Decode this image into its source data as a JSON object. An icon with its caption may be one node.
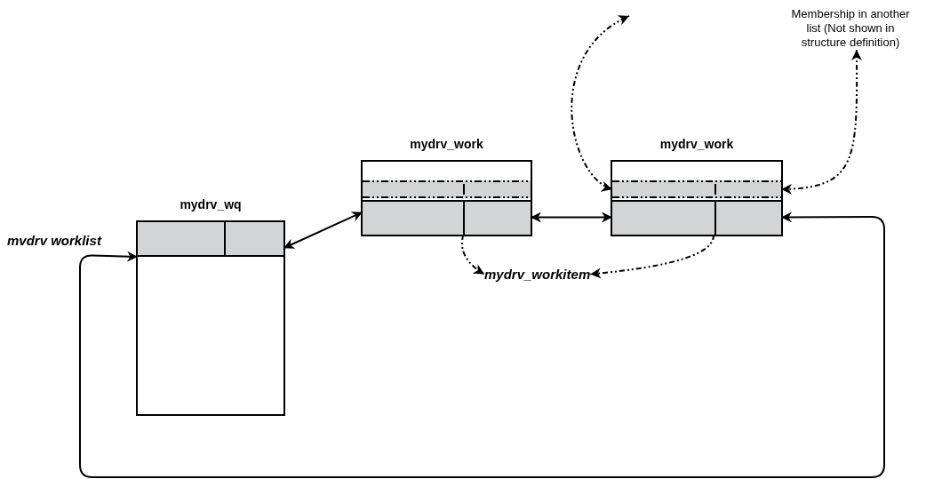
{
  "diagram": {
    "nodes": [
      {
        "text": [
          "mydrv_wq"
        ]
      },
      {
        "text": [],
        "shape": "box",
        "in": 0,
        "beside": [
          "mvdrv worklist"
        ]
      },
      {
        "text": [
          "mydrv_work"
        ]
      },
      {
        "text": [],
        "shape": "box",
        "in": 2
      },
      {
        "text": [],
        "shape": "box",
        "in": 2
      },
      {
        "text": [
          "mydrv_work"
        ]
      },
      {
        "text": [],
        "shape": "box",
        "in": 5
      },
      {
        "text": [],
        "shape": "box",
        "in": 5
      },
      {
        "text": [
          "mydrv_workitem"
        ]
      },
      {
        "text": [
          "Membership in another list (Not shown in structure definition)"
        ]
      }
    ],
    "edges": [
      {
        "from": 1,
        "to": 4,
        "arrow": "both"
      },
      {
        "from": 4,
        "to": 7,
        "arrow": "both"
      },
      {
        "from": 1,
        "to": 7,
        "arrow": "both"
      },
      {
        "from": 4,
        "to": 8,
        "arrow": "to",
        "style": "dashed"
      },
      {
        "from": 7,
        "to": 8,
        "arrow": "to",
        "style": "dashed"
      },
      {
        "from": 6,
        "to": null,
        "arrow": "both",
        "style": "dashed"
      },
      {
        "from": 6,
        "to": 9,
        "arrow": "both",
        "style": "dashed"
      }
    ]
  }
}
